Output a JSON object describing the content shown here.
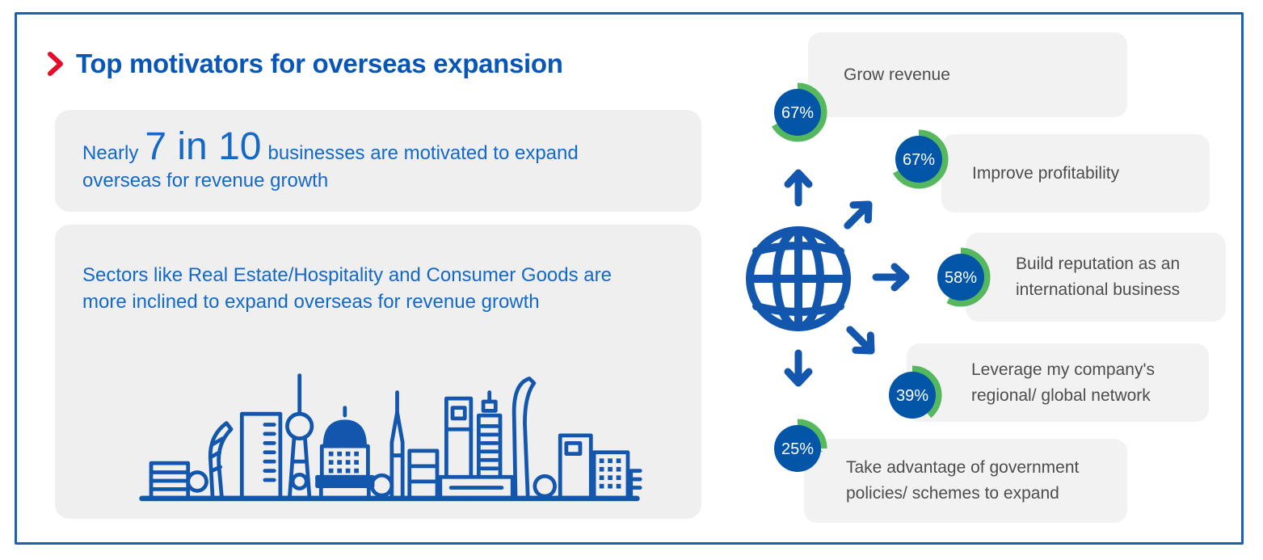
{
  "header": {
    "title": "Top motivators for overseas expansion"
  },
  "stat_callout": {
    "prefix": "Nearly",
    "stat": "7 in 10",
    "suffix_line1": "businesses are motivated to expand",
    "suffix_line2": "overseas for revenue growth"
  },
  "sector_callout": {
    "line1": "Sectors like Real Estate/Hospitality and Consumer Goods are",
    "line2": "more inclined to expand overseas for revenue growth"
  },
  "motivators": [
    {
      "pct": "67%",
      "value": 67,
      "label": "Grow revenue"
    },
    {
      "pct": "67%",
      "value": 67,
      "label": "Improve profitability"
    },
    {
      "pct": "58%",
      "value": 58,
      "label": "Build reputation as an international business"
    },
    {
      "pct": "39%",
      "value": 39,
      "label": "Leverage my company's regional/ global network"
    },
    {
      "pct": "25%",
      "value": 25,
      "label": "Take advantage of government policies/ schemes to expand"
    }
  ],
  "icons": {
    "chevron": "chevron-right-icon",
    "globe": "globe-icon",
    "arrows": [
      "arrow-up-icon",
      "arrow-up-right-icon",
      "arrow-right-icon",
      "arrow-down-right-icon",
      "arrow-down-icon"
    ],
    "skyline": "city-skyline-illustration"
  },
  "colors": {
    "border_blue": "#1b60b3",
    "title_blue": "#0857b8",
    "body_text_blue": "#1468c8",
    "illustration_blue": "#1256ad",
    "badge_blue": "#0355a8",
    "ring_green": "#55b85e",
    "card_gray": "#efefef",
    "label_card_gray": "#f2f2f2",
    "label_text_gray": "#4d4d4d",
    "accent_red": "#e40e2c"
  },
  "chart_data": {
    "type": "bar",
    "style": "radial-progress-badges",
    "title": "Top motivators for overseas expansion",
    "categories": [
      "Grow revenue",
      "Improve profitability",
      "Build reputation as an international business",
      "Leverage my company's regional/ global network",
      "Take advantage of government policies/ schemes to expand"
    ],
    "values": [
      67,
      67,
      58,
      39,
      25
    ],
    "unit": "%",
    "ylim": [
      0,
      100
    ],
    "annotations": [
      "Nearly 7 in 10 businesses are motivated to expand overseas for revenue growth",
      "Sectors like Real Estate/Hospitality and Consumer Goods are more inclined to expand overseas for revenue growth"
    ]
  }
}
